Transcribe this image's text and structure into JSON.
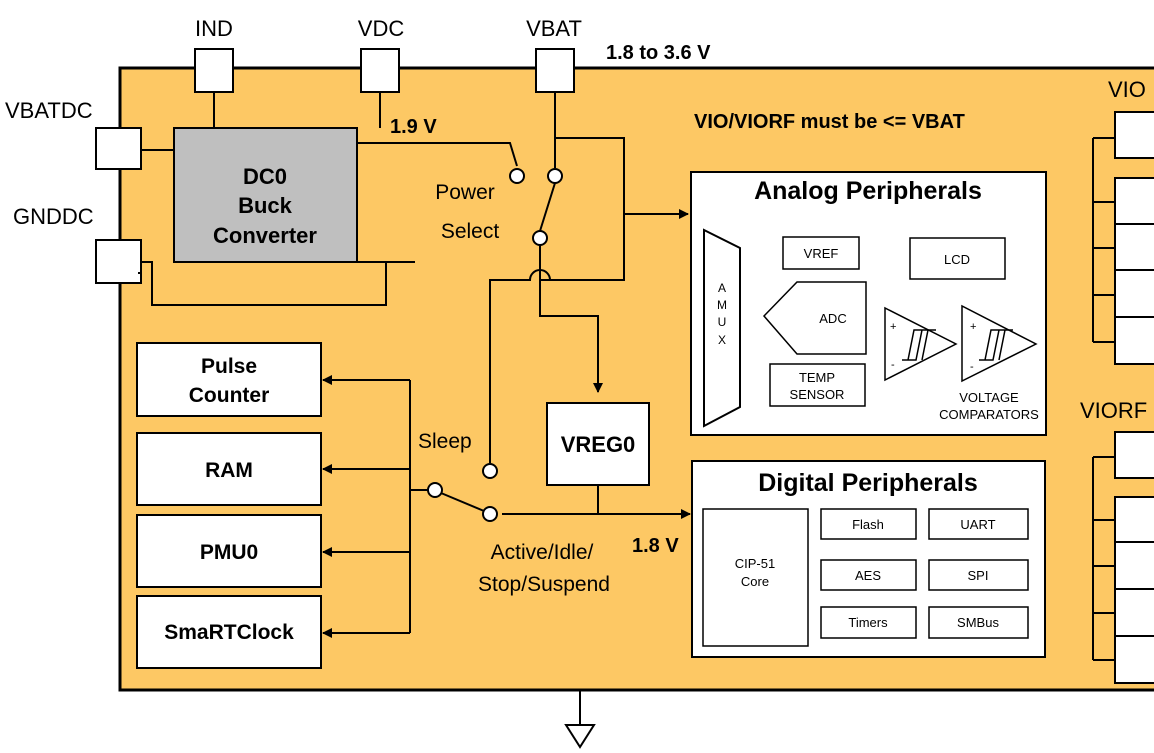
{
  "pins": {
    "ind": "IND",
    "vdc": "VDC",
    "vbat": "VBAT",
    "vbatdc": "VBATDC",
    "gnddc": "GNDDC",
    "vio": "VIO",
    "viorf": "VIORF"
  },
  "notes": {
    "vbat_range": "1.8 to 3.6 V",
    "vio_rule": "VIO/VIORF must be <= VBAT",
    "dc_out": "1.9 V",
    "reg_out": "1.8 V"
  },
  "dc0": {
    "line1": "DC0",
    "line2": "Buck",
    "line3": "Converter"
  },
  "power_select": {
    "line1": "Power",
    "line2": "Select"
  },
  "sleep_label": "Sleep",
  "active_label": {
    "line1": "Active/Idle/",
    "line2": "Stop/Suspend"
  },
  "vreg0": "VREG0",
  "left_blocks": {
    "pulse1": "Pulse",
    "pulse2": "Counter",
    "ram": "RAM",
    "pmu0": "PMU0",
    "smartclock": "SmaRTClock"
  },
  "analog": {
    "title": "Analog Peripherals",
    "amux": [
      "A",
      "M",
      "U",
      "X"
    ],
    "vref": "VREF",
    "lcd": "LCD",
    "adc": "ADC",
    "temp1": "TEMP",
    "temp2": "SENSOR",
    "plus": "+",
    "minus": "-",
    "comp1": "VOLTAGE",
    "comp2": "COMPARATORS"
  },
  "digital": {
    "title": "Digital Peripherals",
    "cip1": "CIP-51",
    "cip2": "Core",
    "flash": "Flash",
    "uart": "UART",
    "aes": "AES",
    "spi": "SPI",
    "timers": "Timers",
    "smbus": "SMBus"
  },
  "colors": {
    "chip_fill": "#FDC864",
    "dc0_fill": "#BFBFBF",
    "line": "#000000"
  }
}
